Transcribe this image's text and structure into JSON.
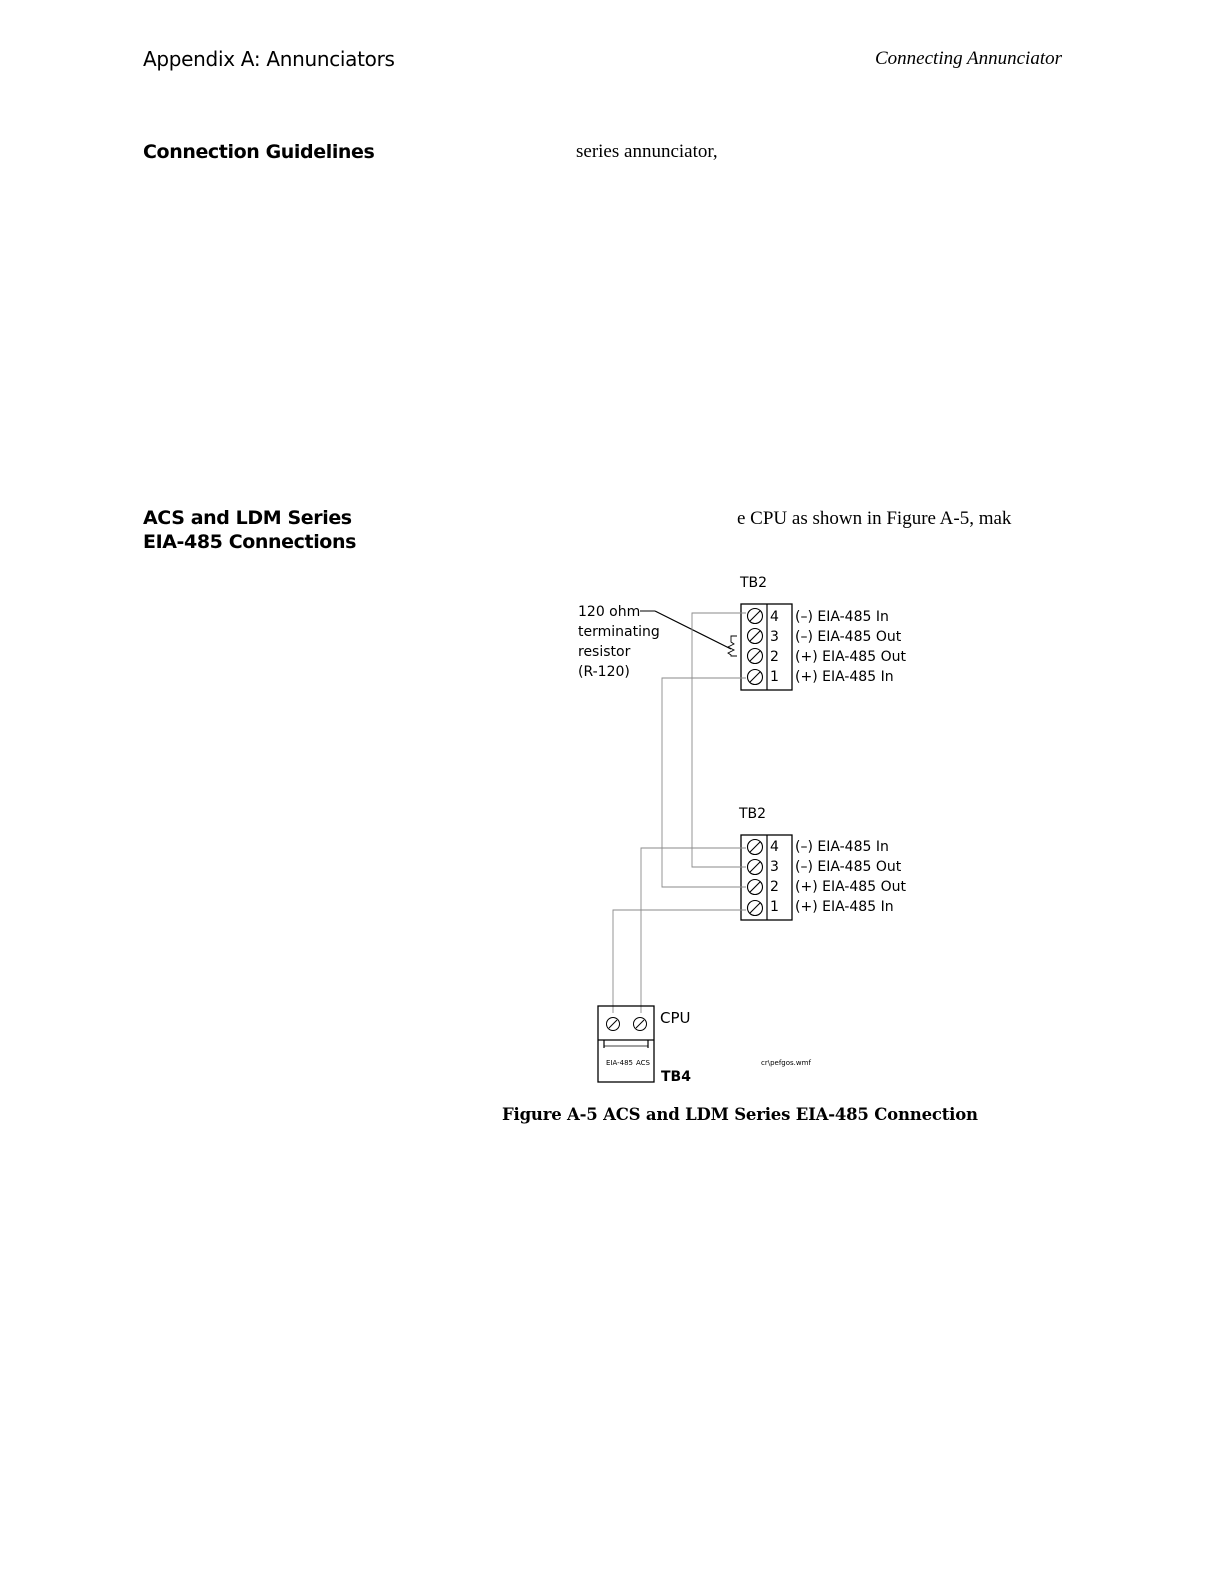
{
  "header": {
    "left": "Appendix A: Annunciators",
    "right": "Connecting Annunciator"
  },
  "sections": [
    {
      "heading": "Connection Guidelines",
      "body_fragment": "series annunciator,"
    },
    {
      "heading_line1": "ACS and LDM Series",
      "heading_line2": "EIA-485 Connections",
      "body_fragment": "e CPU as shown in Figure A-5, mak"
    }
  ],
  "figure": {
    "tb_label": "TB2",
    "resistor_lines": [
      "120 ohm",
      "terminating",
      "resistor",
      "(R-120)"
    ],
    "terminals": [
      {
        "num": "4",
        "label": "(–) EIA-485 In"
      },
      {
        "num": "3",
        "label": "(–) EIA-485 Out"
      },
      {
        "num": "2",
        "label": "(+) EIA-485 Out"
      },
      {
        "num": "1",
        "label": "(+) EIA-485 In"
      }
    ],
    "cpu_label": "CPU",
    "cpu_sub_left": "EIA-485",
    "cpu_sub_right": "ACS",
    "tb4_label": "TB4",
    "drawing_id": "cr\\pefgos.wmf",
    "caption": "Figure A-5  ACS and LDM Series EIA-485 Connection"
  }
}
